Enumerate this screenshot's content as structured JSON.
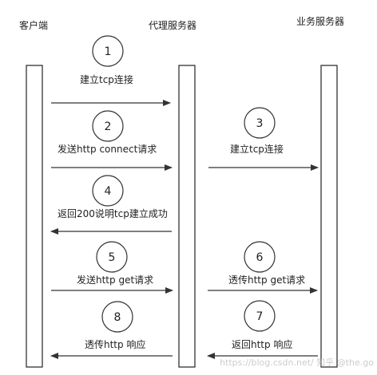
{
  "participants": {
    "client": "客户端",
    "proxy": "代理服务器",
    "server": "业务服务器"
  },
  "steps": {
    "s1": {
      "num": "1",
      "label": "建立tcp连接"
    },
    "s2": {
      "num": "2",
      "label": "发送http connect请求"
    },
    "s3": {
      "num": "3",
      "label": "建立tcp连接"
    },
    "s4": {
      "num": "4",
      "label": "返回200说明tcp建立成功"
    },
    "s5": {
      "num": "5",
      "label": "发送http get请求"
    },
    "s6": {
      "num": "6",
      "label": "透传http get请求"
    },
    "s7": {
      "num": "7",
      "label": "返回http 响应"
    },
    "s8": {
      "num": "8",
      "label": "透传http 响应"
    }
  },
  "watermark": "https://blog.csdn.net/ 知乎 @the.go",
  "colors": {
    "stroke": "#333333",
    "text": "#222222",
    "watermark": "#cccccc"
  }
}
